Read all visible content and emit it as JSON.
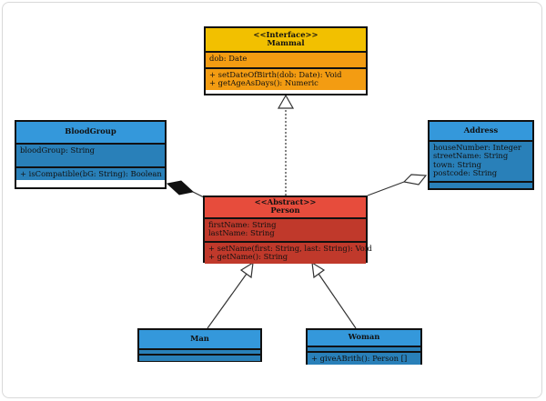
{
  "classes": {
    "mammal": {
      "stereotype": "<<Interface>>",
      "name": "Mammal",
      "attributes": [
        "dob: Date"
      ],
      "operations": [
        "+ setDateOfBirth(dob: Date): Void",
        "+ getAgeAsDays(): Numeric"
      ]
    },
    "person": {
      "stereotype": "<<Abstract>>",
      "name": "Person",
      "attributes": [
        "firstName: String",
        "lastName: String"
      ],
      "operations": [
        "+ setName(first: String, last: String): Void",
        "+ getName(): String"
      ]
    },
    "bloodgroup": {
      "name": "BloodGroup",
      "attributes": [
        "bloodGroup: String"
      ],
      "operations": [
        "+ isCompatible(bG: String): Boolean"
      ]
    },
    "address": {
      "name": "Address",
      "attributes": [
        "houseNumber: Integer",
        "streetName: String",
        "town: String",
        "postcode: String"
      ],
      "operations": []
    },
    "man": {
      "name": "Man",
      "attributes": [],
      "operations": []
    },
    "woman": {
      "name": "Woman",
      "attributes": [],
      "operations": [
        "+ giveABrith(): Person []"
      ]
    }
  },
  "colors": {
    "interface_header": "#f2c000",
    "interface_body": "#f39c12",
    "abstract_header": "#e74c3c",
    "abstract_body": "#c0392b",
    "class_header": "#3498db",
    "class_body": "#2980b9"
  }
}
